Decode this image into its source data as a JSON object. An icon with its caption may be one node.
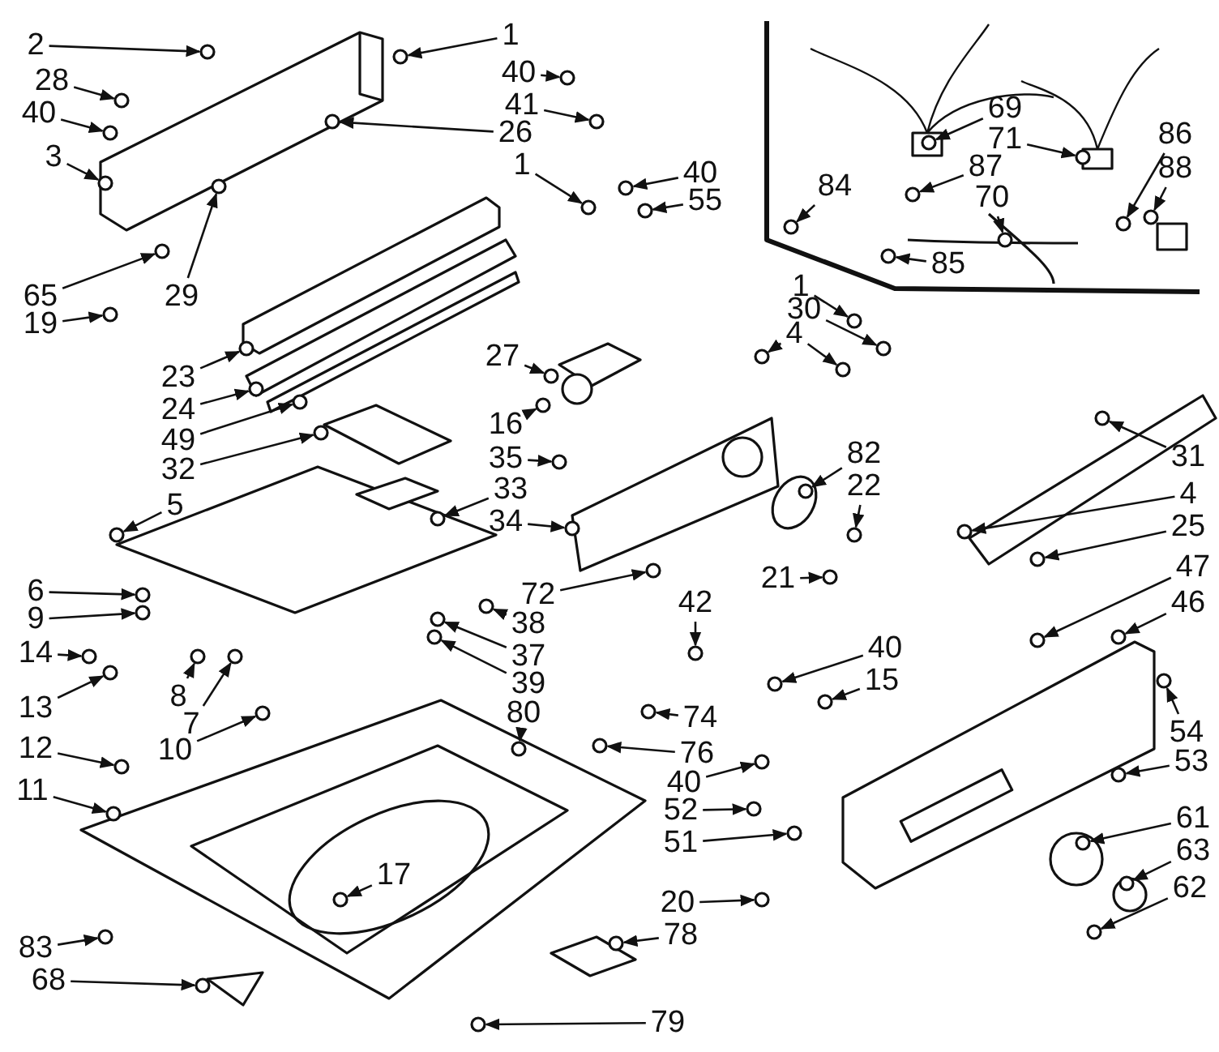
{
  "diagram": {
    "nodes": [
      {
        "text": [
          "2"
        ]
      },
      {
        "text": [
          "28"
        ]
      },
      {
        "text": [
          "40"
        ]
      },
      {
        "text": [
          "3"
        ]
      },
      {
        "text": [
          "1"
        ]
      },
      {
        "text": [
          "40"
        ]
      },
      {
        "text": [
          "41"
        ]
      },
      {
        "text": [
          "26"
        ]
      },
      {
        "text": [
          "1"
        ]
      },
      {
        "text": [
          "40"
        ]
      },
      {
        "text": [
          "55"
        ]
      },
      {
        "text": [
          "69"
        ]
      },
      {
        "text": [
          "71"
        ]
      },
      {
        "text": [
          "86"
        ]
      },
      {
        "text": [
          "88"
        ]
      },
      {
        "text": [
          "87"
        ]
      },
      {
        "text": [
          "84"
        ]
      },
      {
        "text": [
          "70"
        ]
      },
      {
        "text": [
          "85"
        ]
      },
      {
        "text": [
          "65"
        ]
      },
      {
        "text": [
          "29"
        ]
      },
      {
        "text": [
          "1"
        ]
      },
      {
        "text": [
          "30"
        ]
      },
      {
        "text": [
          "19"
        ]
      },
      {
        "text": [
          "4"
        ]
      },
      {
        "text": [
          "27"
        ]
      },
      {
        "text": [
          "23"
        ]
      },
      {
        "text": [
          "24"
        ]
      },
      {
        "text": [
          "16"
        ]
      },
      {
        "text": [
          "49"
        ]
      },
      {
        "text": [
          "31"
        ]
      },
      {
        "text": [
          "82"
        ]
      },
      {
        "text": [
          "35"
        ]
      },
      {
        "text": [
          "32"
        ]
      },
      {
        "text": [
          "22"
        ]
      },
      {
        "text": [
          "33"
        ]
      },
      {
        "text": [
          "4"
        ]
      },
      {
        "text": [
          "5"
        ]
      },
      {
        "text": [
          "34"
        ]
      },
      {
        "text": [
          "25"
        ]
      },
      {
        "text": [
          "47"
        ]
      },
      {
        "text": [
          "21"
        ]
      },
      {
        "text": [
          "6"
        ]
      },
      {
        "text": [
          "72"
        ]
      },
      {
        "text": [
          "42"
        ]
      },
      {
        "text": [
          "46"
        ]
      },
      {
        "text": [
          "9"
        ]
      },
      {
        "text": [
          "38"
        ]
      },
      {
        "text": [
          "40"
        ]
      },
      {
        "text": [
          "14"
        ]
      },
      {
        "text": [
          "37"
        ]
      },
      {
        "text": [
          "15"
        ]
      },
      {
        "text": [
          "39"
        ]
      },
      {
        "text": [
          "8"
        ]
      },
      {
        "text": [
          "13"
        ]
      },
      {
        "text": [
          "80"
        ]
      },
      {
        "text": [
          "74"
        ]
      },
      {
        "text": [
          "7"
        ]
      },
      {
        "text": [
          "54"
        ]
      },
      {
        "text": [
          "12"
        ]
      },
      {
        "text": [
          "10"
        ]
      },
      {
        "text": [
          "76"
        ]
      },
      {
        "text": [
          "53"
        ]
      },
      {
        "text": [
          "40"
        ]
      },
      {
        "text": [
          "11"
        ]
      },
      {
        "text": [
          "52"
        ]
      },
      {
        "text": [
          "61"
        ]
      },
      {
        "text": [
          "51"
        ]
      },
      {
        "text": [
          "63"
        ]
      },
      {
        "text": [
          "17"
        ]
      },
      {
        "text": [
          "62"
        ]
      },
      {
        "text": [
          "20"
        ]
      },
      {
        "text": [
          "78"
        ]
      },
      {
        "text": [
          "83"
        ]
      },
      {
        "text": [
          "68"
        ]
      },
      {
        "text": [
          "79"
        ]
      },
      {
        "text": [],
        "shape": "circle"
      },
      {
        "text": [],
        "shape": "circle"
      },
      {
        "text": [],
        "shape": "circle"
      },
      {
        "text": [],
        "shape": "circle"
      },
      {
        "text": [],
        "shape": "circle"
      },
      {
        "text": [],
        "shape": "circle"
      },
      {
        "text": [],
        "shape": "circle"
      },
      {
        "text": [],
        "shape": "circle"
      },
      {
        "text": [],
        "shape": "circle"
      },
      {
        "text": [],
        "shape": "circle"
      },
      {
        "text": [],
        "shape": "circle"
      },
      {
        "text": [],
        "shape": "circle"
      },
      {
        "text": [],
        "shape": "circle"
      },
      {
        "text": [],
        "shape": "circle"
      },
      {
        "text": [],
        "shape": "circle"
      },
      {
        "text": [],
        "shape": "circle"
      },
      {
        "text": [],
        "shape": "circle"
      },
      {
        "text": [],
        "shape": "circle"
      },
      {
        "text": [],
        "shape": "circle"
      },
      {
        "text": [],
        "shape": "circle"
      },
      {
        "text": [],
        "shape": "circle"
      },
      {
        "text": [],
        "shape": "circle"
      },
      {
        "text": [],
        "shape": "circle"
      },
      {
        "text": [],
        "shape": "circle"
      },
      {
        "text": [],
        "shape": "circle"
      },
      {
        "text": [],
        "shape": "circle"
      },
      {
        "text": [],
        "shape": "circle"
      },
      {
        "text": [],
        "shape": "circle"
      },
      {
        "text": [],
        "shape": "circle"
      },
      {
        "text": [],
        "shape": "circle"
      },
      {
        "text": [],
        "shape": "circle"
      },
      {
        "text": [],
        "shape": "circle"
      },
      {
        "text": [],
        "shape": "circle"
      },
      {
        "text": [],
        "shape": "circle"
      },
      {
        "text": [],
        "shape": "circle"
      },
      {
        "text": [],
        "shape": "circle"
      },
      {
        "text": [],
        "shape": "circle"
      },
      {
        "text": [],
        "shape": "circle"
      },
      {
        "text": [],
        "shape": "circle"
      },
      {
        "text": [],
        "shape": "circle"
      },
      {
        "text": [],
        "shape": "circle"
      },
      {
        "text": [],
        "shape": "circle"
      },
      {
        "text": [],
        "shape": "circle"
      },
      {
        "text": [],
        "shape": "circle"
      },
      {
        "text": [],
        "shape": "circle"
      },
      {
        "text": [],
        "shape": "circle"
      },
      {
        "text": [],
        "shape": "circle"
      },
      {
        "text": [],
        "shape": "circle"
      },
      {
        "text": [],
        "shape": "circle"
      },
      {
        "text": [],
        "shape": "circle"
      },
      {
        "text": [],
        "shape": "circle"
      },
      {
        "text": [],
        "shape": "circle"
      },
      {
        "text": [],
        "shape": "circle"
      },
      {
        "text": [],
        "shape": "circle"
      },
      {
        "text": [],
        "shape": "circle"
      },
      {
        "text": [],
        "shape": "circle"
      },
      {
        "text": [],
        "shape": "circle"
      },
      {
        "text": [],
        "shape": "circle"
      },
      {
        "text": [],
        "shape": "circle"
      },
      {
        "text": [],
        "shape": "circle"
      },
      {
        "text": [],
        "shape": "circle"
      },
      {
        "text": [],
        "shape": "circle"
      },
      {
        "text": [],
        "shape": "circle"
      },
      {
        "text": [],
        "shape": "circle"
      },
      {
        "text": [],
        "shape": "circle"
      },
      {
        "text": [],
        "shape": "circle"
      },
      {
        "text": [],
        "shape": "circle"
      },
      {
        "text": [],
        "shape": "circle"
      },
      {
        "text": [],
        "shape": "circle"
      },
      {
        "text": [],
        "shape": "circle"
      },
      {
        "text": [],
        "shape": "circle"
      },
      {
        "text": [],
        "shape": "circle"
      },
      {
        "text": [],
        "shape": "circle"
      },
      {
        "text": [],
        "shape": "circle"
      },
      {
        "text": [],
        "shape": "circle"
      },
      {
        "text": [],
        "shape": "circle"
      },
      {
        "text": [],
        "shape": "circle"
      }
    ],
    "edges": [
      {
        "from": 0,
        "to": 76,
        "arrow": "to"
      },
      {
        "from": 1,
        "to": 77,
        "arrow": "to"
      },
      {
        "from": 2,
        "to": 78,
        "arrow": "to"
      },
      {
        "from": 3,
        "to": 79,
        "arrow": "to"
      },
      {
        "from": 4,
        "to": 80,
        "arrow": "to"
      },
      {
        "from": 5,
        "to": 81,
        "arrow": "to"
      },
      {
        "from": 6,
        "to": 82,
        "arrow": "to"
      },
      {
        "from": 7,
        "to": 83,
        "arrow": "to"
      },
      {
        "from": 8,
        "to": 84,
        "arrow": "to"
      },
      {
        "from": 9,
        "to": 85,
        "arrow": "to"
      },
      {
        "from": 10,
        "to": 86,
        "arrow": "to"
      },
      {
        "from": 11,
        "to": 87,
        "arrow": "to"
      },
      {
        "from": 12,
        "to": 88,
        "arrow": "to"
      },
      {
        "from": 13,
        "to": 89,
        "arrow": "to"
      },
      {
        "from": 14,
        "to": 90,
        "arrow": "to"
      },
      {
        "from": 15,
        "to": 91,
        "arrow": "to"
      },
      {
        "from": 16,
        "to": 92,
        "arrow": "to"
      },
      {
        "from": 17,
        "to": 93,
        "arrow": "to"
      },
      {
        "from": 18,
        "to": 94,
        "arrow": "to"
      },
      {
        "from": 19,
        "to": 95,
        "arrow": "to"
      },
      {
        "from": 20,
        "to": 96,
        "arrow": "to"
      },
      {
        "from": 21,
        "to": 97,
        "arrow": "to"
      },
      {
        "from": 22,
        "to": 98,
        "arrow": "to"
      },
      {
        "from": 23,
        "to": 99,
        "arrow": "to"
      },
      {
        "from": 24,
        "to": 100,
        "arrow": "to"
      },
      {
        "from": 24,
        "to": 101,
        "arrow": "to"
      },
      {
        "from": 25,
        "to": 102,
        "arrow": "to"
      },
      {
        "from": 26,
        "to": 103,
        "arrow": "to"
      },
      {
        "from": 27,
        "to": 104,
        "arrow": "to"
      },
      {
        "from": 28,
        "to": 105,
        "arrow": "to"
      },
      {
        "from": 29,
        "to": 106,
        "arrow": "to"
      },
      {
        "from": 30,
        "to": 107,
        "arrow": "to"
      },
      {
        "from": 31,
        "to": 108,
        "arrow": "to"
      },
      {
        "from": 32,
        "to": 109,
        "arrow": "to"
      },
      {
        "from": 33,
        "to": 110,
        "arrow": "to"
      },
      {
        "from": 34,
        "to": 111,
        "arrow": "to"
      },
      {
        "from": 35,
        "to": 112,
        "arrow": "to"
      },
      {
        "from": 36,
        "to": 113,
        "arrow": "to"
      },
      {
        "from": 37,
        "to": 114,
        "arrow": "to"
      },
      {
        "from": 38,
        "to": 115,
        "arrow": "to"
      },
      {
        "from": 39,
        "to": 116,
        "arrow": "to"
      },
      {
        "from": 40,
        "to": 117,
        "arrow": "to"
      },
      {
        "from": 41,
        "to": 118,
        "arrow": "to"
      },
      {
        "from": 42,
        "to": 119,
        "arrow": "to"
      },
      {
        "from": 43,
        "to": 120,
        "arrow": "to"
      },
      {
        "from": 44,
        "to": 121,
        "arrow": "to"
      },
      {
        "from": 45,
        "to": 122,
        "arrow": "to"
      },
      {
        "from": 46,
        "to": 123,
        "arrow": "to"
      },
      {
        "from": 47,
        "to": 124,
        "arrow": "to"
      },
      {
        "from": 48,
        "to": 125,
        "arrow": "to"
      },
      {
        "from": 49,
        "to": 126,
        "arrow": "to"
      },
      {
        "from": 50,
        "to": 127,
        "arrow": "to"
      },
      {
        "from": 51,
        "to": 128,
        "arrow": "to"
      },
      {
        "from": 52,
        "to": 129,
        "arrow": "to"
      },
      {
        "from": 53,
        "to": 130,
        "arrow": "to"
      },
      {
        "from": 54,
        "to": 131,
        "arrow": "to"
      },
      {
        "from": 55,
        "to": 132,
        "arrow": "to"
      },
      {
        "from": 56,
        "to": 133,
        "arrow": "to"
      },
      {
        "from": 57,
        "to": 134,
        "arrow": "to"
      },
      {
        "from": 58,
        "to": 135,
        "arrow": "to"
      },
      {
        "from": 59,
        "to": 136,
        "arrow": "to"
      },
      {
        "from": 60,
        "to": 137,
        "arrow": "to"
      },
      {
        "from": 61,
        "to": 138,
        "arrow": "to"
      },
      {
        "from": 62,
        "to": 139,
        "arrow": "to"
      },
      {
        "from": 63,
        "to": 140,
        "arrow": "to"
      },
      {
        "from": 64,
        "to": 141,
        "arrow": "to"
      },
      {
        "from": 65,
        "to": 142,
        "arrow": "to"
      },
      {
        "from": 66,
        "to": 143,
        "arrow": "to"
      },
      {
        "from": 67,
        "to": 144,
        "arrow": "to"
      },
      {
        "from": 68,
        "to": 145,
        "arrow": "to"
      },
      {
        "from": 69,
        "to": 146,
        "arrow": "to"
      },
      {
        "from": 70,
        "to": 147,
        "arrow": "to"
      },
      {
        "from": 71,
        "to": 148,
        "arrow": "to"
      },
      {
        "from": 72,
        "to": 149,
        "arrow": "to"
      },
      {
        "from": 73,
        "to": 150,
        "arrow": "to"
      },
      {
        "from": 74,
        "to": 151,
        "arrow": "to"
      },
      {
        "from": 75,
        "to": 152,
        "arrow": "to"
      }
    ]
  }
}
